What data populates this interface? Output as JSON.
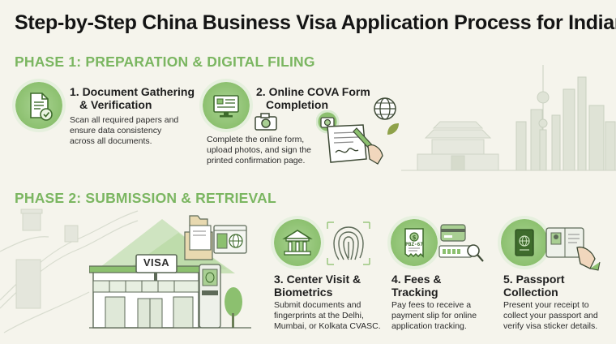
{
  "title": "Step-by-Step China Business Visa Application Process for Indians",
  "phase1": {
    "heading": "PHASE 1: PREPARATION & DIGITAL FILING",
    "steps": [
      {
        "title_line1": "1. Document Gathering",
        "title_line2": "& Verification",
        "desc_line1": "Scan all required papers and",
        "desc_line2": "ensure data consistency",
        "desc_line3": "across all documents.",
        "icon": "document-check-icon"
      },
      {
        "title_line1": "2. Online COVA Form",
        "title_line2": "Completion",
        "desc_line1": "Complete the online form,",
        "desc_line2": "upload photos, and sign the",
        "desc_line3": "printed confirmation page.",
        "icon": "computer-form-icon"
      }
    ]
  },
  "phase2": {
    "heading": "PHASE 2: SUBMISSION & RETRIEVAL",
    "visa_sign": "VISA",
    "receipt_code": "PBZ-67",
    "steps": [
      {
        "title_line1": "3. Center Visit &",
        "title_line2": "Biometrics",
        "desc_line1": "Submit documents and",
        "desc_line2": "fingerprints at the Delhi,",
        "desc_line3": "Mumbai, or Kolkata CVASC.",
        "icon": "building-icon"
      },
      {
        "title_line1": "4. Fees &",
        "title_line2": "Tracking",
        "desc_line1": "Pay fees to receive a",
        "desc_line2": "payment slip for online",
        "desc_line3": "application tracking.",
        "icon": "receipt-icon"
      },
      {
        "title_line1": "5. Passport",
        "title_line2": "Collection",
        "desc_line1": "Present your receipt to",
        "desc_line2": "collect your passport and",
        "desc_line3": "verify visa sticker details.",
        "icon": "passport-icon"
      }
    ]
  },
  "colors": {
    "accent_green": "#7bb661",
    "badge_green": "#8cc06f",
    "background": "#f5f4ec",
    "text_dark": "#141414"
  }
}
